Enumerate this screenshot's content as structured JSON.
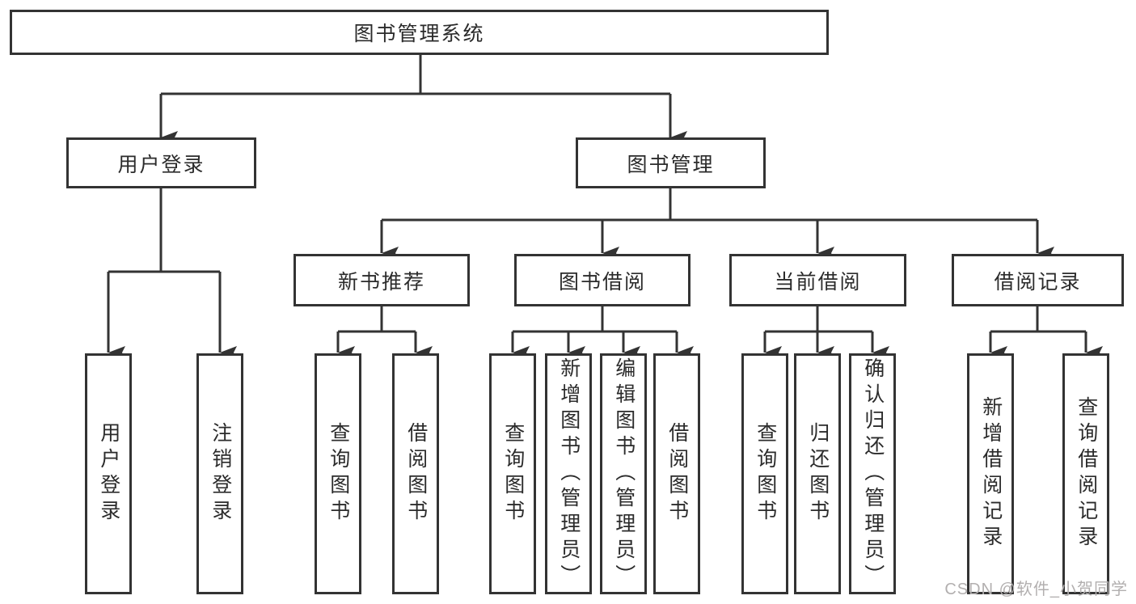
{
  "tree": {
    "root": {
      "label": "图书管理系统",
      "children": [
        {
          "label": "用户登录",
          "children": [
            {
              "label": "用户登录"
            },
            {
              "label": "注销登录"
            }
          ]
        },
        {
          "label": "图书管理",
          "children": [
            {
              "label": "新书推荐",
              "children": [
                {
                  "label": "查询图书"
                },
                {
                  "label": "借阅图书"
                }
              ]
            },
            {
              "label": "图书借阅",
              "children": [
                {
                  "label": "查询图书"
                },
                {
                  "label": "新增图书（管理员）"
                },
                {
                  "label": "编辑图书（管理员）"
                },
                {
                  "label": "借阅图书"
                }
              ]
            },
            {
              "label": "当前借阅",
              "children": [
                {
                  "label": "查询图书"
                },
                {
                  "label": "归还图书"
                },
                {
                  "label": "确认归还（管理员）"
                }
              ]
            },
            {
              "label": "借阅记录",
              "children": [
                {
                  "label": "新增借阅记录"
                },
                {
                  "label": "查询借阅记录"
                }
              ]
            }
          ]
        }
      ]
    }
  },
  "watermark": {
    "text": "CSDN @软件_小贺同学"
  },
  "colors": {
    "line": "#333333",
    "box_border": "#333333",
    "text": "#2b2b2b",
    "watermark": "#b2afaf",
    "background": "#ffffff"
  }
}
